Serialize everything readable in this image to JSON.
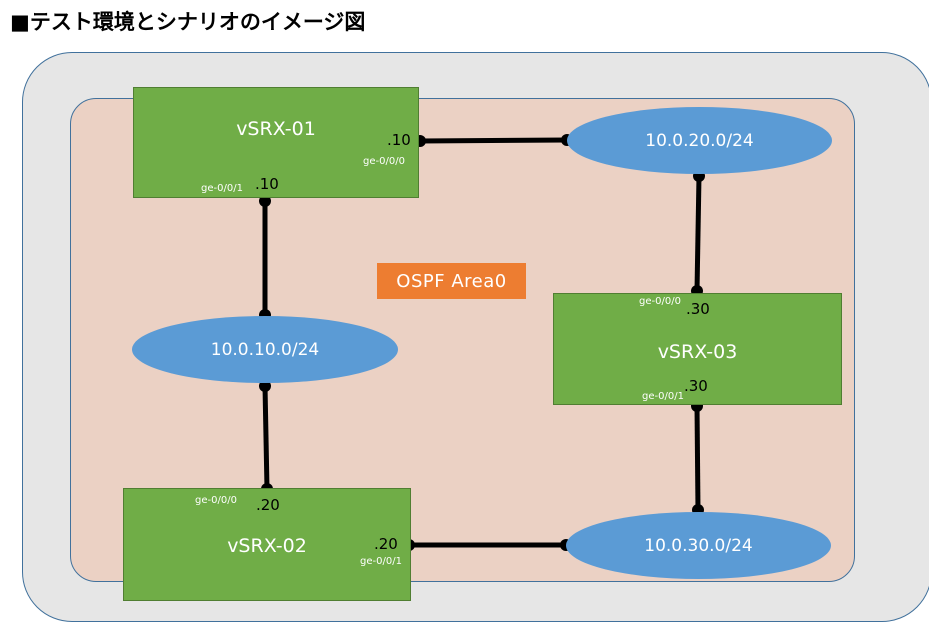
{
  "title": "■テスト環境とシナリオのイメージ図",
  "area_label": "OSPF  Area0",
  "routers": {
    "vsrx01": {
      "name": "vSRX-01",
      "if_right": "ge-0/0/0",
      "addr_right": ".10",
      "if_bottom": "ge-0/0/1",
      "addr_bottom": ".10"
    },
    "vsrx02": {
      "name": "vSRX-02",
      "if_top": "ge-0/0/0",
      "addr_top": ".20",
      "if_right": "ge-0/0/1",
      "addr_right": ".20"
    },
    "vsrx03": {
      "name": "vSRX-03",
      "if_top": "ge-0/0/0",
      "addr_top": ".30",
      "if_bottom": "ge-0/0/1",
      "addr_bottom": ".30"
    }
  },
  "networks": {
    "net10": "10.0.10.0/24",
    "net20": "10.0.20.0/24",
    "net30": "10.0.30.0/24"
  },
  "colors": {
    "router_fill": "#70ad47",
    "network_fill": "#5b9bd5",
    "area_fill": "#ed7d31",
    "inner_fill": "#ebd1c4",
    "outer_fill": "#e6e6e6"
  }
}
